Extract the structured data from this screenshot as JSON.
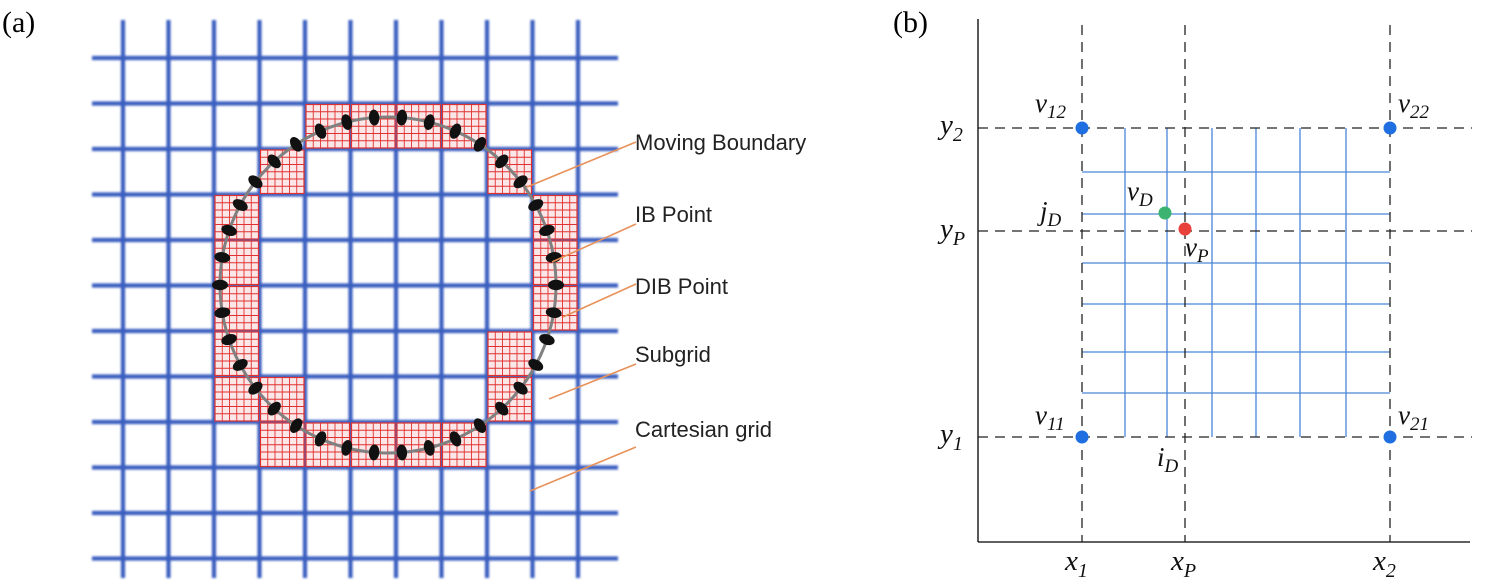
{
  "panel_a": {
    "label": "(a)",
    "annotations": {
      "moving_boundary": "Moving Boundary",
      "ib_point": "IB Point",
      "dib_point": "DIB Point",
      "subgrid": "Subgrid",
      "cartesian_grid": "Cartesian grid"
    },
    "colors": {
      "grid": "#3a5fc0",
      "subgrid": "#e03030",
      "ib_point": "#111111",
      "boundary": "#777777",
      "leader": "#e8915a"
    }
  },
  "panel_b": {
    "label": "(b)",
    "points": {
      "v12": {
        "base": "v",
        "sub": "12"
      },
      "v22": {
        "base": "v",
        "sub": "22"
      },
      "v11": {
        "base": "v",
        "sub": "11"
      },
      "v21": {
        "base": "v",
        "sub": "21"
      },
      "vD": {
        "base": "v",
        "sub": "D"
      },
      "vP": {
        "base": "v",
        "sub": "P"
      }
    },
    "y_labels": {
      "y2": {
        "base": "y",
        "sub": "2"
      },
      "yP": {
        "base": "y",
        "sub": "P"
      },
      "y1": {
        "base": "y",
        "sub": "1"
      },
      "jD": {
        "base": "j",
        "sub": "D"
      }
    },
    "x_labels": {
      "x1": {
        "base": "x",
        "sub": "1"
      },
      "xP": {
        "base": "x",
        "sub": "P"
      },
      "x2": {
        "base": "x",
        "sub": "2"
      },
      "iD": {
        "base": "i",
        "sub": "D"
      }
    },
    "colors": {
      "node": "#1f6fe0",
      "vD": "#3cb371",
      "vP": "#e8413c",
      "subgrid": "#4a86d8"
    }
  }
}
